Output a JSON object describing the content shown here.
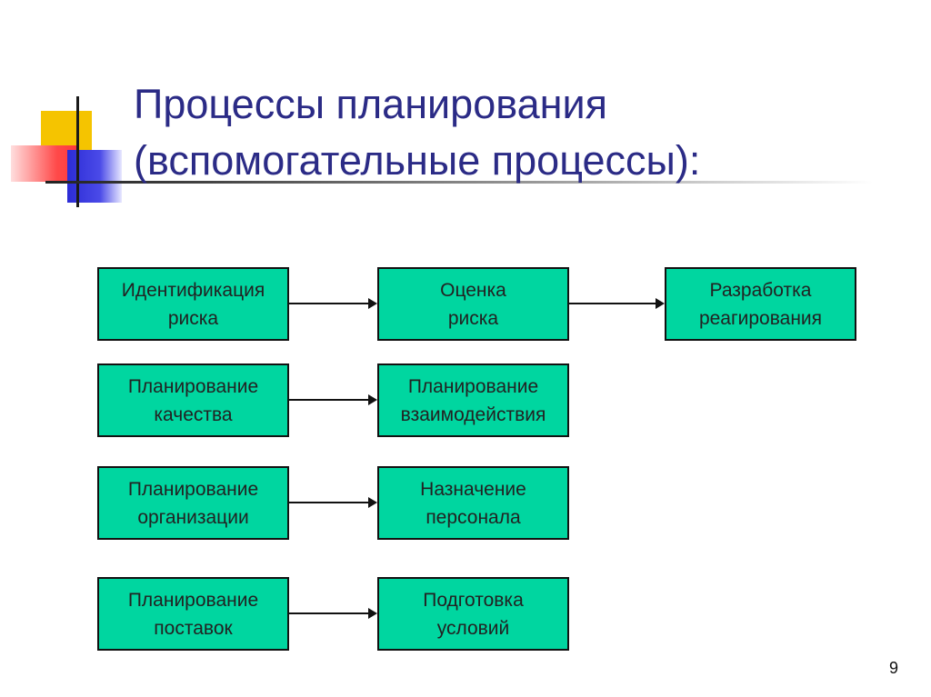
{
  "slide": {
    "title_line1": "Процессы планирования",
    "title_line2": "(вспомогательные процессы):",
    "page_number": "9"
  },
  "boxes": {
    "r1c1": {
      "line1": "Идентификация",
      "line2": "риска"
    },
    "r1c2": {
      "line1": "Оценка",
      "line2": "риска"
    },
    "r1c3": {
      "line1": "Разработка",
      "line2": "реагирования"
    },
    "r2c1": {
      "line1": "Планирование",
      "line2": "качества"
    },
    "r2c2": {
      "line1": "Планирование",
      "line2": "взаимодействия"
    },
    "r3c1": {
      "line1": "Планирование",
      "line2": "организации"
    },
    "r3c2": {
      "line1": "Назначение",
      "line2": "персонала"
    },
    "r4c1": {
      "line1": "Планирование",
      "line2": "поставок"
    },
    "r4c2": {
      "line1": "Подготовка",
      "line2": "условий"
    }
  },
  "colors": {
    "box_fill": "#00d6a0",
    "title": "#2b2b86",
    "accent_yellow": "#f5c400",
    "accent_red": "#ff3a3a",
    "accent_blue": "#2c2cd6"
  }
}
